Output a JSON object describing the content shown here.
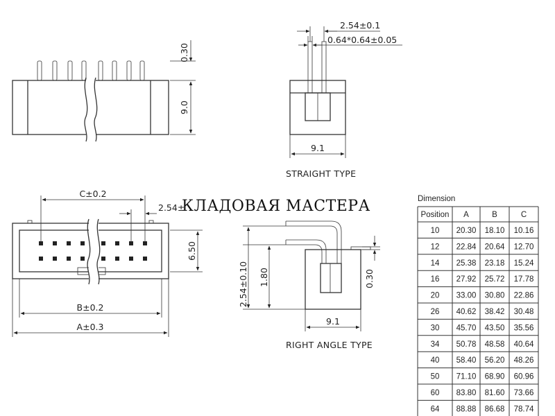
{
  "top_view": {
    "dim_height_pin": "0.30",
    "dim_body_height": "9.0"
  },
  "straight_type": {
    "dim_pitch": "2.54±0.1",
    "dim_pin_size": "0.64*0.64±0.05",
    "dim_width": "9.1",
    "title": "STRAIGHT TYPE"
  },
  "front_view": {
    "dim_c": "C±0.2",
    "dim_pitch": "2.54±",
    "dim_row_height": "6.50",
    "dim_b": "B±0.2",
    "dim_a": "A±0.3"
  },
  "right_angle_type": {
    "dim_offset": "2.54±0.10",
    "dim_height": "1.80",
    "dim_pin": "0.30",
    "dim_width": "9.1",
    "title": "RIGHT ANGLE TYPE"
  },
  "watermark": "КЛАДОВАЯ МАСТЕРА",
  "dimension_table": {
    "title": "Dimension",
    "headers": [
      "Position",
      "A",
      "B",
      "C"
    ],
    "rows": [
      [
        "10",
        "20.30",
        "18.10",
        "10.16"
      ],
      [
        "12",
        "22.84",
        "20.64",
        "12.70"
      ],
      [
        "14",
        "25.38",
        "23.18",
        "15.24"
      ],
      [
        "16",
        "27.92",
        "25.72",
        "17.78"
      ],
      [
        "20",
        "33.00",
        "30.80",
        "22.86"
      ],
      [
        "26",
        "40.62",
        "38.42",
        "30.48"
      ],
      [
        "30",
        "45.70",
        "43.50",
        "35.56"
      ],
      [
        "34",
        "50.78",
        "48.58",
        "40.64"
      ],
      [
        "40",
        "58.40",
        "56.20",
        "48.26"
      ],
      [
        "50",
        "71.10",
        "68.90",
        "60.96"
      ],
      [
        "60",
        "83.80",
        "81.60",
        "73.66"
      ],
      [
        "64",
        "88.88",
        "86.68",
        "78.74"
      ]
    ]
  }
}
